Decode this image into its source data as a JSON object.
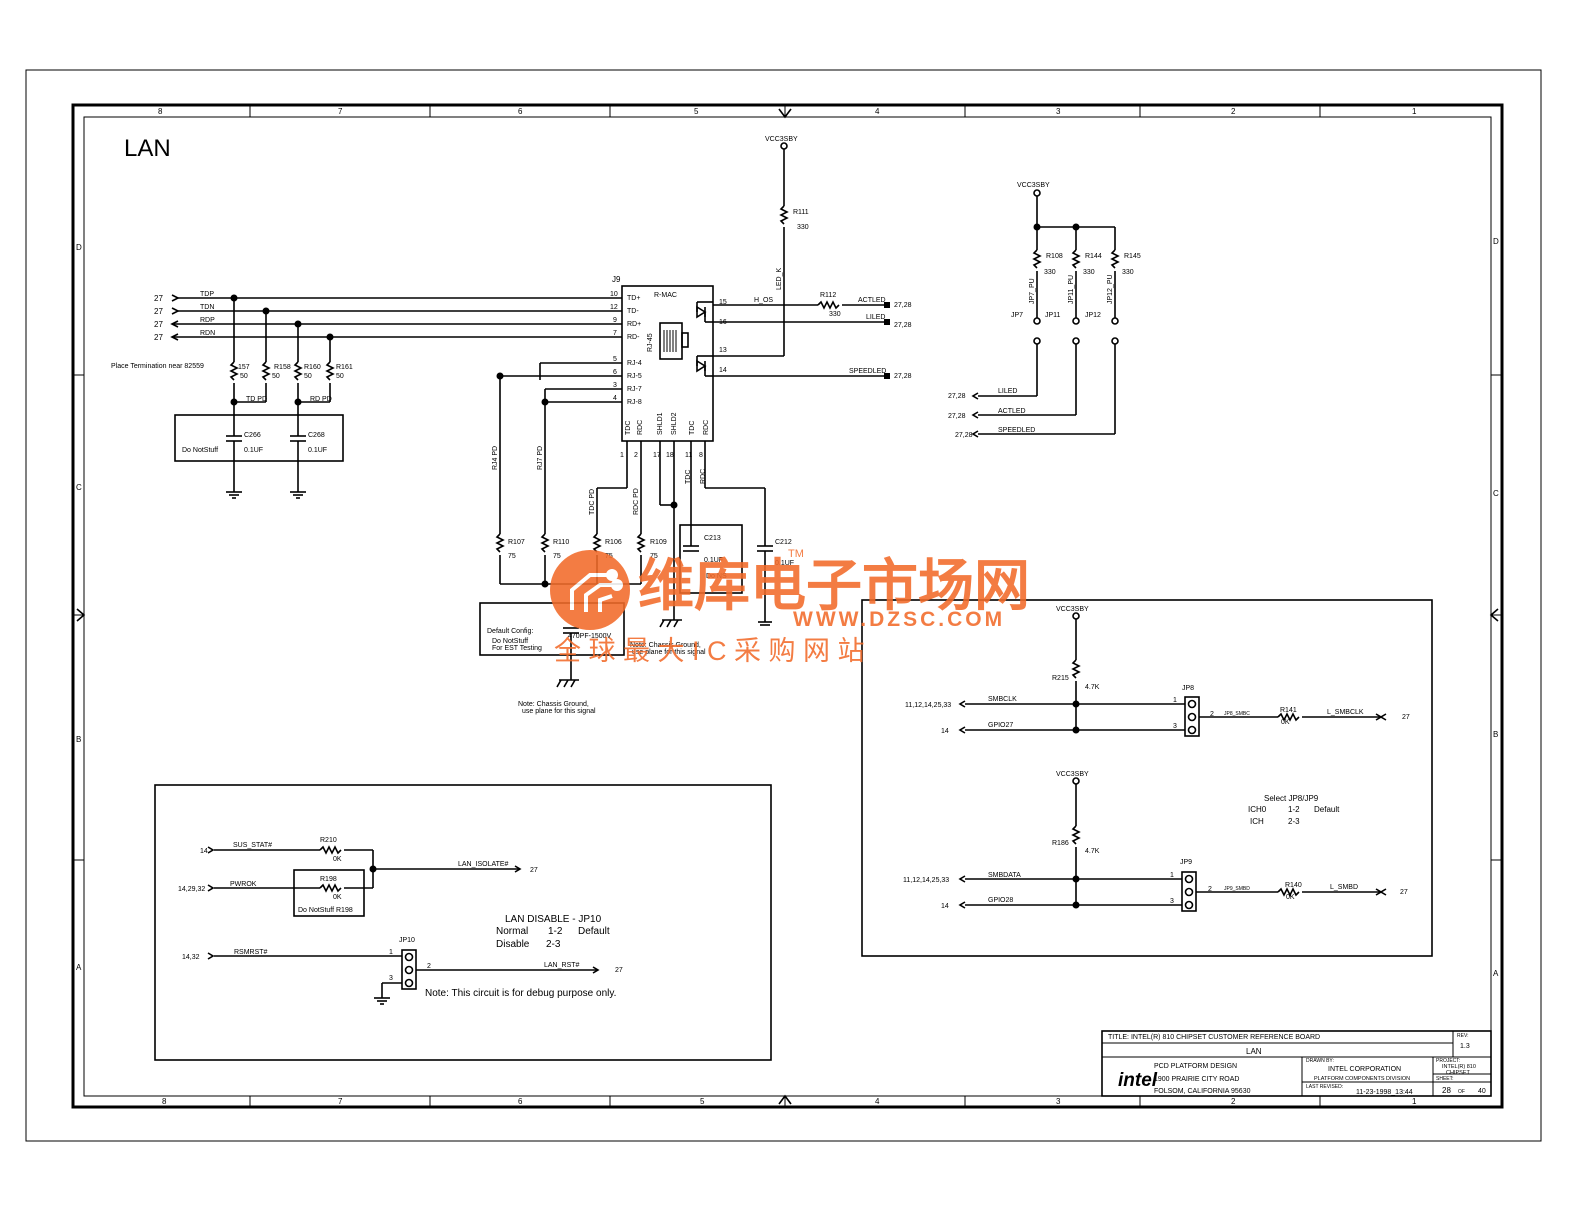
{
  "sheet": {
    "title": "LAN",
    "col_labels": [
      "8",
      "7",
      "6",
      "5",
      "4",
      "3",
      "2",
      "1"
    ],
    "row_labels": [
      "D",
      "C",
      "B",
      "A"
    ]
  },
  "title_block": {
    "title": "TITLE: INTEL(R) 810 CHIPSET CUSTOMER REFERENCE BOARD",
    "rev_label": "REV:",
    "rev": "1.3",
    "sheet_name": "LAN",
    "org_line1": "PCD PLATFORM DESIGN",
    "org_line2": "1900 PRAIRIE CITY ROAD",
    "org_line3": "FOLSOM, CALIFORNIA 95630",
    "drawn_by_label": "DRAWN BY:",
    "company": "INTEL CORPORATION",
    "division": "PLATFORM COMPONENTS DIVISION",
    "last_revised_label": "LAST REVISED:",
    "date": "11-23-1998_13:44",
    "project_label": "PROJECT:",
    "project": "INTEL(R) 810",
    "project2": "CHIPSET",
    "sheet_label": "SHEET:",
    "sheet_num": "28",
    "of_label": "OF",
    "sheet_total": "40",
    "logo": "intel"
  },
  "top_left": {
    "page_refs": [
      "27",
      "27",
      "27",
      "27"
    ],
    "nets": [
      "TDP",
      "TDN",
      "RDP",
      "RDN"
    ],
    "note": "Place Termination near 82559",
    "resistors": [
      {
        "ref": "157",
        "val": "50"
      },
      {
        "ref": "R158",
        "val": "50"
      },
      {
        "ref": "R160",
        "val": "50"
      },
      {
        "ref": "R161",
        "val": "50"
      }
    ],
    "td_pd": "TD PD",
    "rd_pd": "RD PD",
    "c266": "C266",
    "c268": "C268",
    "cap_val": "0.1UF",
    "dns": "Do NotStuff"
  },
  "connector": {
    "ref": "J9",
    "name": "R-MAC",
    "rj45": "RJ-45",
    "left_pins": [
      {
        "num": "10",
        "name": "TD+"
      },
      {
        "num": "12",
        "name": "TD-"
      },
      {
        "num": "9",
        "name": "RD+"
      },
      {
        "num": "7",
        "name": "RD-"
      },
      {
        "num": "5",
        "name": "RJ-4"
      },
      {
        "num": "6",
        "name": "RJ-5"
      },
      {
        "num": "3",
        "name": "RJ-7"
      },
      {
        "num": "4",
        "name": "RJ-8"
      }
    ],
    "right_pins": [
      "15",
      "16",
      "13",
      "14"
    ],
    "bottom_labels": [
      "TDC",
      "RDC",
      "SHLD1",
      "SHLD2",
      "TDC",
      "RDC"
    ],
    "bottom_nums": [
      "1",
      "2",
      "17",
      "18",
      "11",
      "8"
    ]
  },
  "top_center": {
    "vcc": "VCC3SBY",
    "r111": "R111",
    "r111_val": "330",
    "led_k": "LED_K",
    "h_os": "H_OS",
    "r112": "R112",
    "r112_val": "330",
    "actled": "ACTLED",
    "liled": "LILED",
    "speedled": "SPEEDLED",
    "ref2728": "27,28"
  },
  "mid_center": {
    "rj4_pd": "RJ4 PD",
    "rj7_pd": "RJ7 PD",
    "tdc_pd": "TDC PD",
    "rdc_pd": "RDC PD",
    "tdc": "TDC",
    "rdc": "RDC",
    "resistors": [
      {
        "ref": "R107",
        "val": "75"
      },
      {
        "ref": "R110",
        "val": "75"
      },
      {
        "ref": "R106",
        "val": "75"
      },
      {
        "ref": "R109",
        "val": "75"
      }
    ],
    "c213": "C213",
    "c213_val": "0.1UF",
    "c212": "C212",
    "c212_val": "0.1UF",
    "do_ns": "Do NS",
    "hv_cap": "470PF-1500V",
    "cfg1": "Default Config:",
    "cfg2": "Do NotStuff",
    "cfg3": "For EST Testing",
    "note_a1": "Note: Chassis Ground,",
    "note_a2": "use plane for this signal",
    "note_b1": "Note: Chassis Ground,",
    "note_b2": "use plane for this signal"
  },
  "top_right": {
    "vcc": "VCC3SBY",
    "resistors": [
      {
        "ref": "R108",
        "val": "330"
      },
      {
        "ref": "R144",
        "val": "330"
      },
      {
        "ref": "R145",
        "val": "330"
      }
    ],
    "pu": [
      "JP7_PU",
      "JP11_PU",
      "JP12_PU"
    ],
    "jumpers": [
      "JP7",
      "JP11",
      "JP12"
    ],
    "nets": [
      "LILED",
      "ACTLED",
      "SPEEDLED"
    ],
    "refs": [
      "27,28",
      "27,28",
      "27,28"
    ]
  },
  "smb": {
    "vcc": "VCC3SBY",
    "r215": "R215",
    "r215_val": "4.7K",
    "jp8": "JP8",
    "smbclk": "SMBCLK",
    "gpio27": "GPIO27",
    "ref_a": "11,12,14,25,33",
    "ref_b": "14",
    "jp8_net": "JP8_SMBC",
    "r141": "R141",
    "r141_val": "0K",
    "l_smbclk": "L_SMBCLK",
    "ref_c": "27",
    "sel1": "Select JP8/JP9",
    "sel2": "ICH0",
    "sel3": "1-2",
    "sel4": "Default",
    "sel5": "ICH",
    "sel6": "2-3",
    "vcc2": "VCC3SBY",
    "r186": "R186",
    "r186_val": "4.7K",
    "jp9": "JP9",
    "smbdata": "SMBDATA",
    "gpio28": "GPIO28",
    "ref_d": "11,12,14,25,33",
    "ref_e": "14",
    "jp9_net": "JP9_SMBD",
    "r140": "R140",
    "r140_val": "0K",
    "l_smbd": "L_SMBD",
    "ref_f": "27",
    "pin1": "1",
    "pin2": "2",
    "pin3": "3"
  },
  "disable": {
    "ref14": "14",
    "sus": "SUS_STAT#",
    "r210": "R210",
    "r210_val": "0K",
    "ref142932": "14,29,32",
    "pwrok": "PWROK",
    "r198": "R198",
    "r198_val": "0K",
    "dns": "Do NotStuff R198",
    "lan_isolate": "LAN_ISOLATE#",
    "ref27a": "27",
    "title": "LAN DISABLE - JP10",
    "normal": "Normal",
    "normal_v": "1-2",
    "default": "Default",
    "disable": "Disable",
    "disable_v": "2-3",
    "ref1432": "14,32",
    "rsmrst": "RSMRST#",
    "jp10": "JP10",
    "lan_rst": "LAN_RST#",
    "ref27b": "27",
    "note": "Note: This circuit is for debug purpose only.",
    "pin1": "1",
    "pin2": "2",
    "pin3": "3"
  },
  "watermark": {
    "cn_name": "维库电子市场网",
    "tm": "TM",
    "url": "WWW.DZSC.COM",
    "slogan": "全 球 最 大 I C 采 购 网 站",
    "color": "#f26b2a"
  }
}
